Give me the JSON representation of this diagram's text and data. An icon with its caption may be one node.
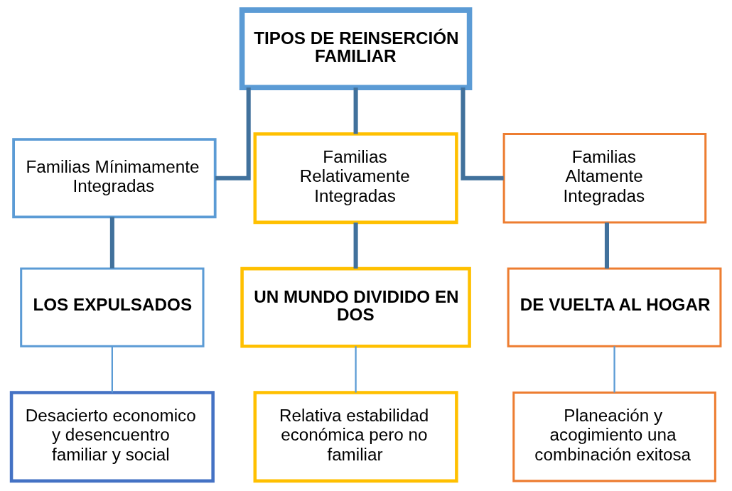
{
  "diagram": {
    "nodes": [
      {
        "text": [
          "TIPOS DE REINSERCIÓN FAMILIAR"
        ]
      },
      {
        "text": [
          "Familias Mínimamente Integradas"
        ]
      },
      {
        "text": [
          "Familias Relativamente Integradas"
        ]
      },
      {
        "text": [
          "Familias Altamente Integradas"
        ]
      },
      {
        "text": [
          "LOS EXPULSADOS"
        ]
      },
      {
        "text": [
          "UN MUNDO DIVIDIDO EN DOS"
        ]
      },
      {
        "text": [
          "DE VUELTA AL HOGAR"
        ]
      },
      {
        "text": [
          "Desacierto economico y desencuentro familiar y social"
        ]
      },
      {
        "text": [
          "Relativa estabilidad económica pero no familiar"
        ]
      },
      {
        "text": [
          "Planeación y acogimiento una combinación exitosa"
        ]
      }
    ],
    "edges": [
      {
        "from": 0,
        "to": 1,
        "arrow": "none"
      },
      {
        "from": 0,
        "to": 2,
        "arrow": "none"
      },
      {
        "from": 0,
        "to": 3,
        "arrow": "none"
      },
      {
        "from": 1,
        "to": 4,
        "arrow": "none"
      },
      {
        "from": 2,
        "to": 5,
        "arrow": "none"
      },
      {
        "from": 3,
        "to": 6,
        "arrow": "none"
      },
      {
        "from": 4,
        "to": 7,
        "arrow": "none",
        "color": "#5b9bd5"
      },
      {
        "from": 5,
        "to": 8,
        "arrow": "none",
        "color": "#5b9bd5"
      },
      {
        "from": 6,
        "to": 9,
        "arrow": "none",
        "color": "#5b9bd5"
      }
    ]
  }
}
